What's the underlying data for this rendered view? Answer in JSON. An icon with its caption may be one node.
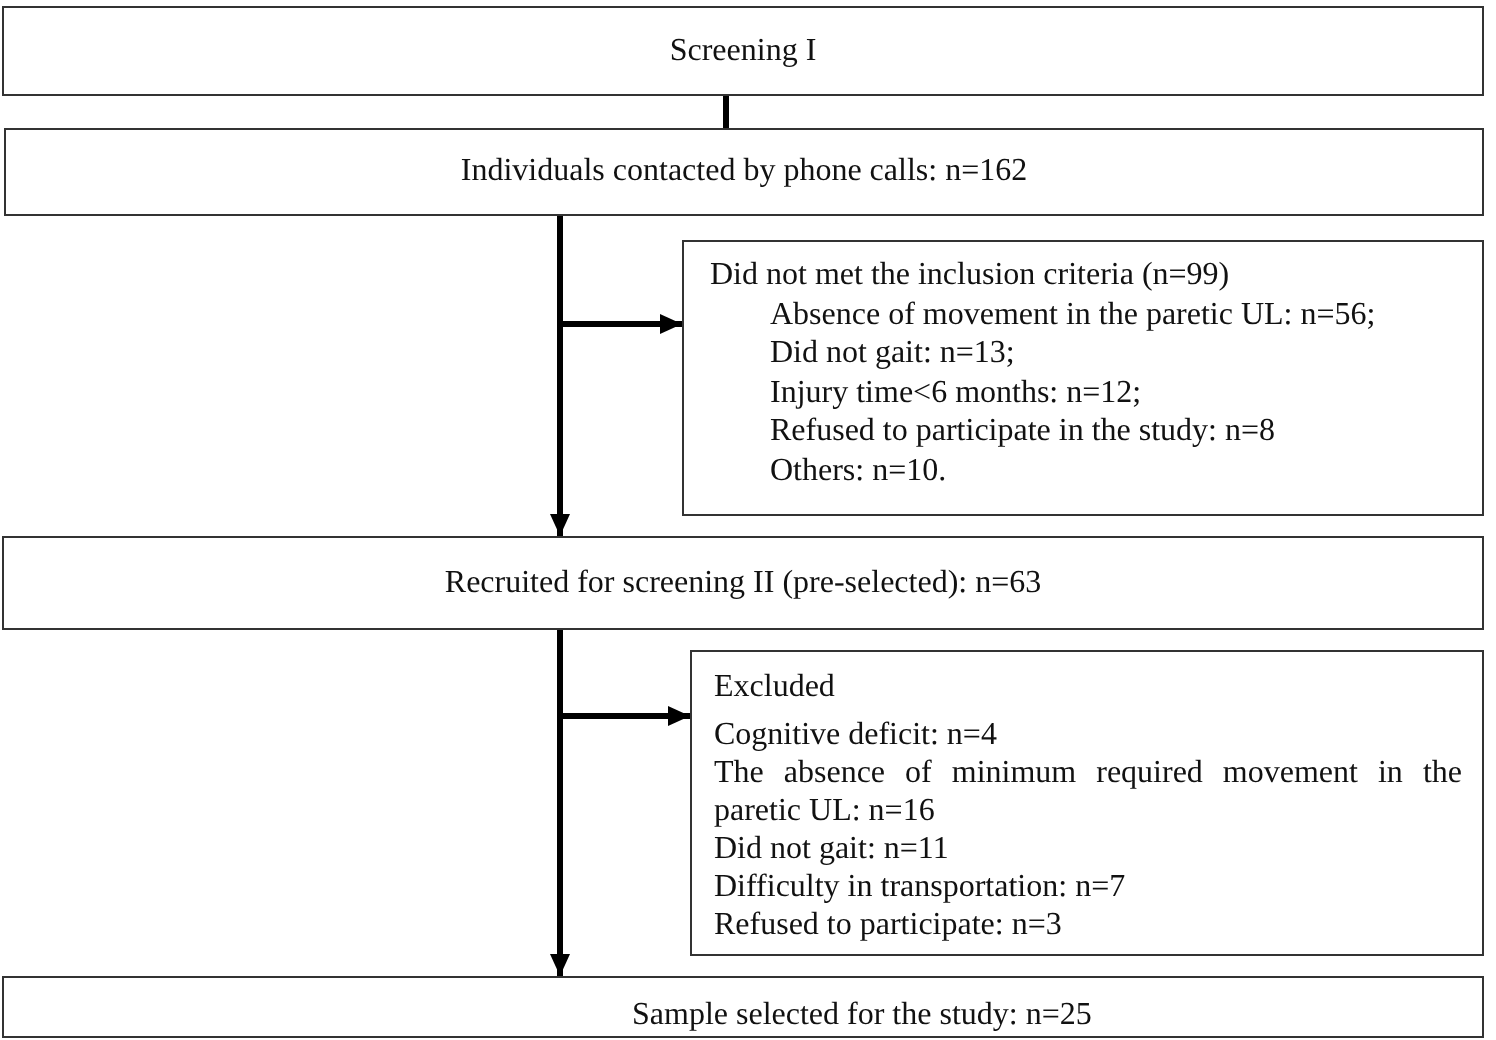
{
  "diagram": {
    "nodes": [
      {
        "text": [
          "Screening I"
        ]
      },
      {
        "text": [
          "Individuals contacted by phone calls: n=162"
        ]
      },
      {
        "text": [
          "Did not met the inclusion criteria (n=99)",
          "Absence of movement in the paretic UL: n=56;",
          "Did not gait: n=13;",
          "Injury time<6 months: n=12;",
          "Refused to participate in the study: n=8",
          "Others: n=10."
        ]
      },
      {
        "text": [
          "Recruited for screening II (pre-selected): n=63"
        ]
      },
      {
        "text": [
          "Excluded",
          "Cognitive deficit: n=4",
          "The absence of minimum required movement in the paretic UL: n=16",
          "Did not gait: n=11",
          "Difficulty in transportation: n=7",
          "Refused to participate: n=3"
        ]
      },
      {
        "text": [
          "Sample selected for the study: n=25"
        ]
      }
    ],
    "edges": [
      {
        "from": 0,
        "to": 1,
        "arrow": "none"
      },
      {
        "from": 1,
        "to": 2,
        "arrow": "to"
      },
      {
        "from": 1,
        "to": 3,
        "arrow": "to"
      },
      {
        "from": 3,
        "to": 4,
        "arrow": "to"
      },
      {
        "from": 3,
        "to": 5,
        "arrow": "to"
      }
    ]
  }
}
